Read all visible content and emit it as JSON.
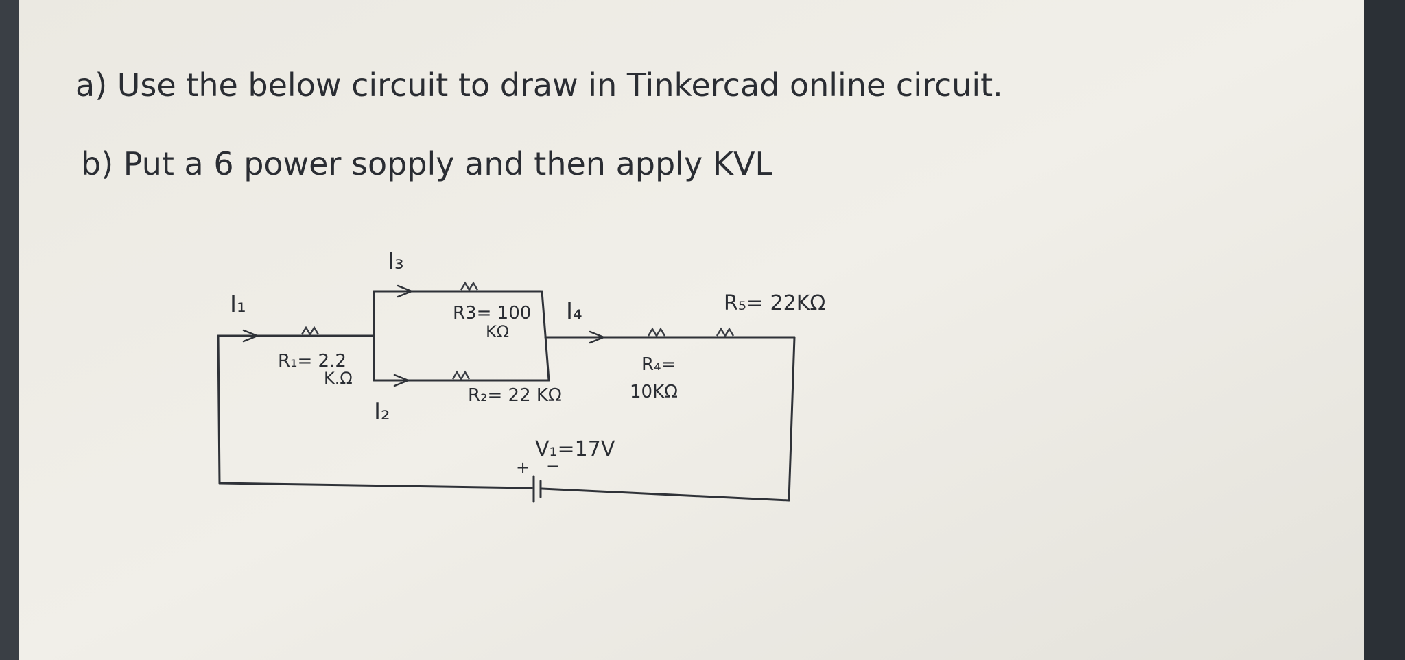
{
  "instructions": {
    "line_a": "a) Use the below circuit  to draw in Tinkercad online circuit.",
    "line_b": "b) Put a 6 power sopply and then apply KVL"
  },
  "circuit": {
    "current_labels": {
      "i1": "I₁",
      "i2": "I₂",
      "i3": "I₃",
      "i4": "I₄"
    },
    "resistors": {
      "r1_line1": "R₁= 2.2",
      "r1_line2": "K.Ω",
      "r2": "R₂= 22 KΩ",
      "r3_line1": "R3= 100",
      "r3_line2": "KΩ",
      "r4_line1": "R₄=",
      "r4_line2": "10KΩ",
      "r5": "R₅= 22KΩ"
    },
    "source": {
      "label": "V₁=17V",
      "plus": "+",
      "minus": "−"
    }
  },
  "colors": {
    "paper_light": "#efede6",
    "paper_shadow": "#d8d6cf",
    "ink": "#2a2d33",
    "frame_dark": "#2b3036"
  }
}
